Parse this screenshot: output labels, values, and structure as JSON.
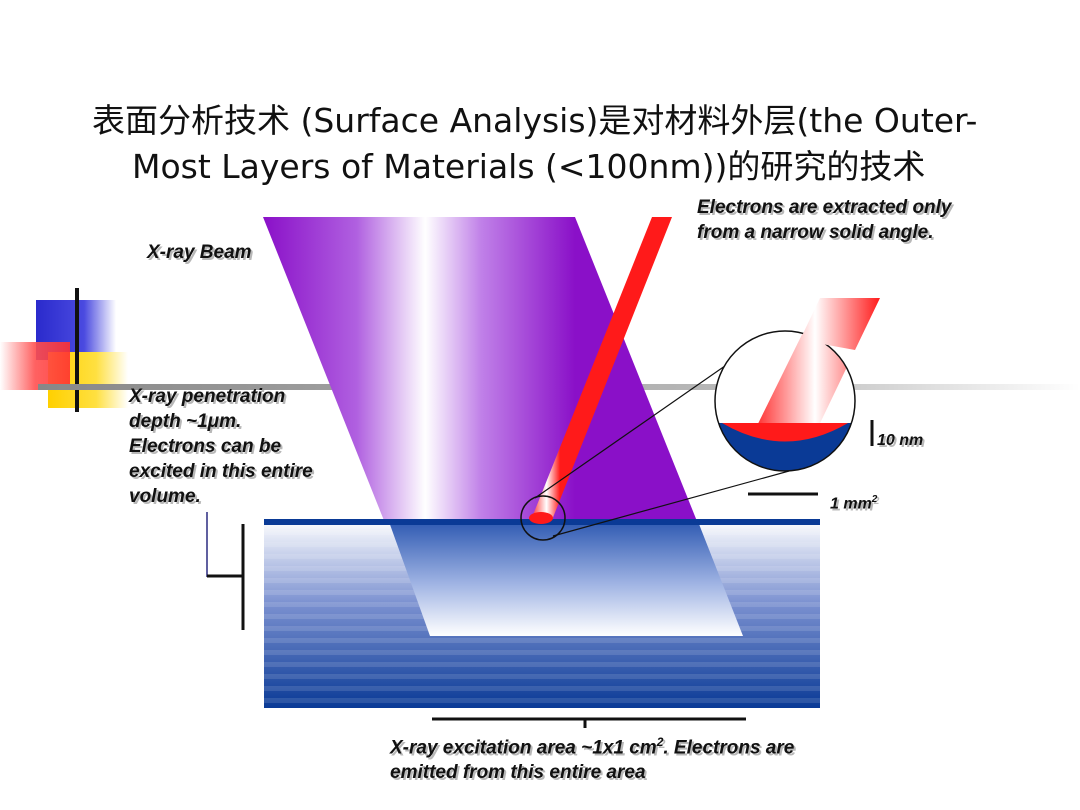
{
  "slide": {
    "title": "表面分析技术 (Surface Analysis)是对材料外层(the Outer-Most Layers of Materials (<100nm))的研究的技术"
  },
  "labels": {
    "xray_beam": "X-ray Beam",
    "electrons_extracted": "Electrons are extracted only from a narrow solid angle.",
    "penetration_line1": "X-ray penetration depth ~1",
    "penetration_mu": "μ",
    "penetration_line2": "m. Electrons can be excited in this entire volume.",
    "ten_nm": "10 nm",
    "one_mm_prefix": "1 mm",
    "one_mm_sup": "2",
    "area_prefix": "X-ray excitation area ~1x1 cm",
    "area_sup": "2",
    "area_suffix": ".  Electrons are emitted from this entire area"
  },
  "colors": {
    "xray_beam": "#8a10c8",
    "electron_beam": "#ff1a1a",
    "sample": "#0a3a96",
    "deco_blue": "#3030cc",
    "deco_yellow": "#ffd700",
    "deco_red": "#ff3030"
  }
}
